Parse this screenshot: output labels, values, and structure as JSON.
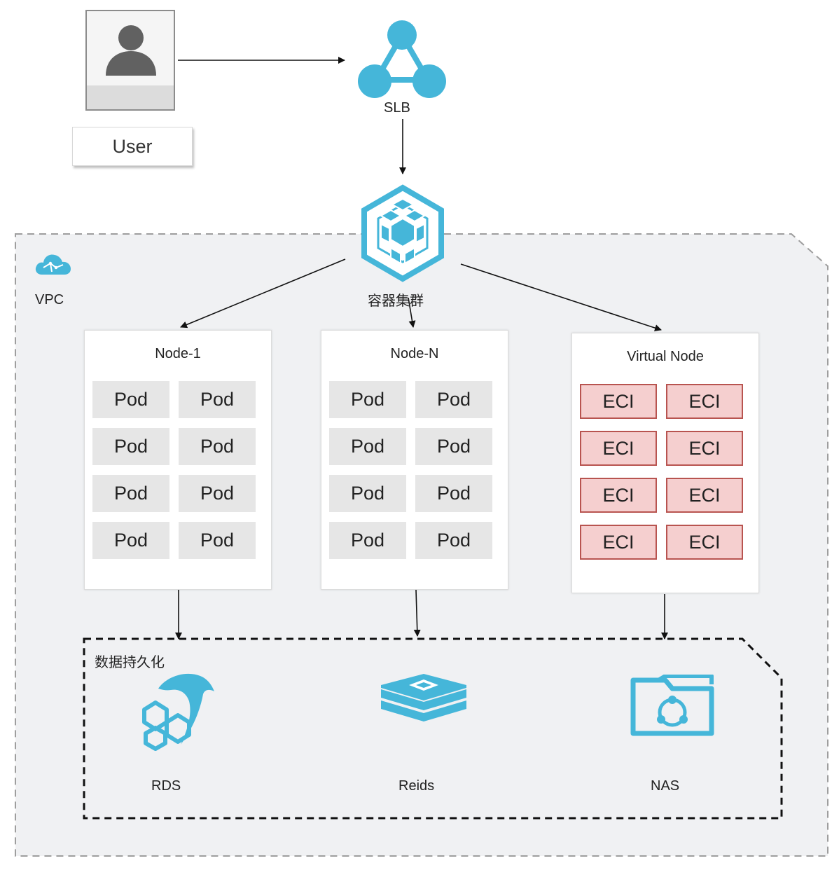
{
  "user": {
    "label": "User"
  },
  "slb": {
    "label": "SLB"
  },
  "cluster": {
    "label": "容器集群"
  },
  "vpc": {
    "label": "VPC"
  },
  "nodes": [
    {
      "title": "Node-1",
      "units": [
        "Pod",
        "Pod",
        "Pod",
        "Pod",
        "Pod",
        "Pod",
        "Pod",
        "Pod"
      ]
    },
    {
      "title": "Node-N",
      "units": [
        "Pod",
        "Pod",
        "Pod",
        "Pod",
        "Pod",
        "Pod",
        "Pod",
        "Pod"
      ]
    },
    {
      "title": "Virtual Node",
      "units": [
        "ECI",
        "ECI",
        "ECI",
        "ECI",
        "ECI",
        "ECI",
        "ECI",
        "ECI"
      ]
    }
  ],
  "persistence": {
    "label": "数据持久化",
    "stores": [
      {
        "label": "RDS"
      },
      {
        "label": "Reids"
      },
      {
        "label": "NAS"
      }
    ]
  },
  "colors": {
    "icon": "#45b6d9",
    "icon_dark": "#2b8fb5",
    "vpc_bg": "#f0f1f3",
    "eci_fill": "#f5cfcf",
    "eci_border": "#b85450",
    "pod_fill": "#e6e6e6"
  }
}
